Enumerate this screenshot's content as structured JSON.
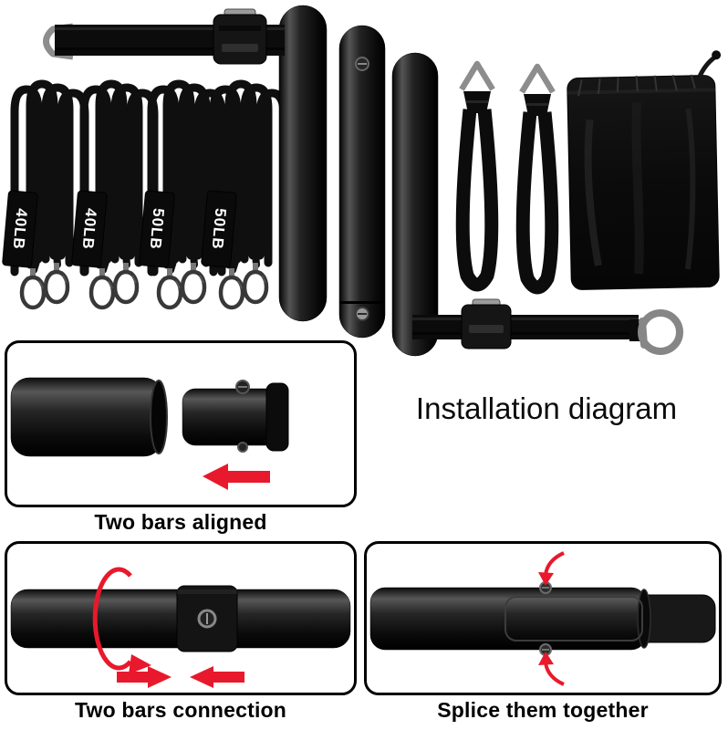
{
  "title": "Installation diagram",
  "bands": {
    "labels": [
      "40LB",
      "40LB",
      "50LB",
      "50LB"
    ]
  },
  "panels": {
    "aligned": {
      "caption": "Two bars aligned"
    },
    "connection": {
      "caption": "Two bars connection"
    },
    "splice": {
      "caption": "Splice them together"
    }
  },
  "colors": {
    "product_black": "#0d0d0d",
    "metal_gray": "#8d8d8d",
    "arrow_red": "#e8192c",
    "panel_border": "#000000",
    "text": "#000000",
    "background": "#ffffff"
  }
}
